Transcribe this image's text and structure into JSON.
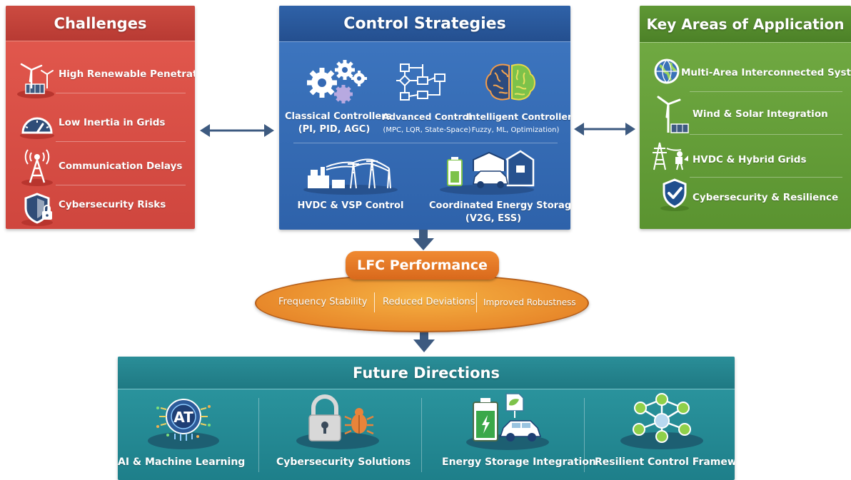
{
  "challenges": {
    "title": "Challenges",
    "items": [
      {
        "label": "High Renewable Penetration",
        "icon": "wind-turbine-icon"
      },
      {
        "label": "Low Inertia in Grids",
        "icon": "gauge-icon"
      },
      {
        "label": "Communication Delays",
        "icon": "antenna-tower-icon"
      },
      {
        "label": "Cybersecurity Risks",
        "icon": "shield-lock-icon"
      }
    ]
  },
  "control": {
    "title": "Control Strategies",
    "items": [
      {
        "label": "Classical Controllers",
        "sub": "(PI, PID, AGC)",
        "icon": "gears-icon"
      },
      {
        "label": "Advanced Control",
        "sub": "(MPC, LQR, State-Space)",
        "icon": "block-diagram-icon"
      },
      {
        "label": "Intelligent Controllers",
        "sub": "Fuzzy, ML, Optimization)",
        "icon": "brain-icon"
      },
      {
        "label": "HVDC & VSP Control",
        "sub": "",
        "icon": "hvdc-station-icon"
      },
      {
        "label": "Coordinated Energy Storage",
        "sub": "(V2G, ESS)",
        "icon": "energy-storage-icon"
      }
    ]
  },
  "keyareas": {
    "title": "Key Areas of Application",
    "items": [
      {
        "label": "Multi-Area Interconnected Systems",
        "icon": "globe-icon"
      },
      {
        "label": "Wind & Solar Integration",
        "icon": "wind-solar-icon"
      },
      {
        "label": "HVDC & Hybrid Grids",
        "icon": "transmission-tower-icon"
      },
      {
        "label": "Cybersecurity & Resilience",
        "icon": "shield-check-icon"
      }
    ]
  },
  "lfc": {
    "title": "LFC Performance",
    "metrics": [
      "Frequency Stability",
      "Reduced Deviations",
      "Improved Robustness"
    ]
  },
  "future": {
    "title": "Future Directions",
    "items": [
      {
        "label": "AI & Machine Learning",
        "icon": "ai-chip-icon"
      },
      {
        "label": "Cybersecurity Solutions",
        "icon": "padlock-bug-icon"
      },
      {
        "label": "Energy Storage Integration",
        "icon": "battery-ev-icon"
      },
      {
        "label": "Resilient Control Frameworks",
        "icon": "network-nodes-icon"
      }
    ]
  },
  "colors": {
    "challenges": "#d84f45",
    "control": "#3569b4",
    "keyareas": "#67a03b",
    "lfc": "#ea8a2c",
    "future": "#23878f",
    "arrow": "#3d5a80"
  }
}
